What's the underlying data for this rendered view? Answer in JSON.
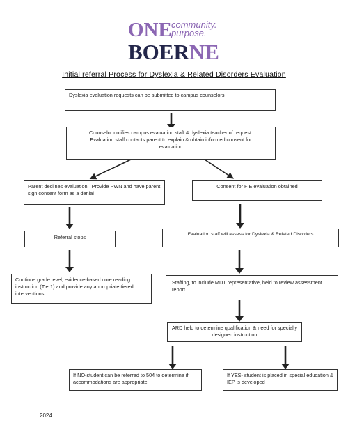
{
  "logo": {
    "one": "ONE",
    "tagline_line1": "community.",
    "tagline_line2": "purpose.",
    "boerne_dark": "BOER",
    "boerne_accent": "NE",
    "colors": {
      "purple": "#8b66b3",
      "navy": "#23264a"
    }
  },
  "title": "Initial referral Process for Dyslexia & Related Disorders Evaluation",
  "boxes": {
    "requests": "Dyslexia evaluation requests can be submitted to campus counselors",
    "counselor": "Counselor notifies campus evaluation staff & dyslexia teacher of request. Evaluation staff contacts parent to explain & obtain informed consent for evaluation",
    "declines": "Parent declines evaluation– Provide PWN and have parent sign consent form as a denial",
    "consent": "Consent for FIE evaluation obtained",
    "referral_stops": "Referral stops",
    "assess": "Evaluation staff will assess for Dyslexia & Related Disorders",
    "continue": "Continue grade level, evidence-based core reading instruction (Tier1) and provide any appropriate tiered interventions",
    "staffing": "Staffing, to include MDT representative, held to review assessment report",
    "ard": "ARD held to determine qualification & need for specially designed instruction",
    "if_no": "If NO-student can be referred to 504 to determine if accommodations are appropriate",
    "if_yes": "If YES- student is placed in special education & IEP is developed"
  },
  "footer": {
    "year": "2024"
  }
}
